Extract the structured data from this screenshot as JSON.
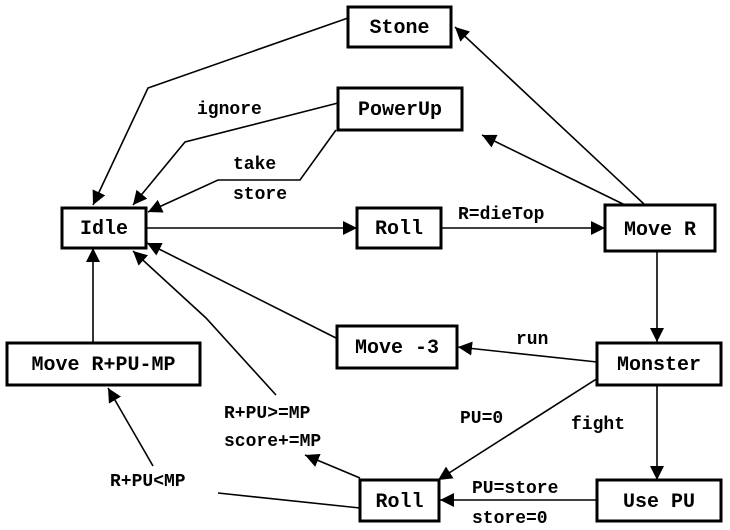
{
  "nodes": {
    "stone": "Stone",
    "powerup": "PowerUp",
    "idle": "Idle",
    "roll_top": "Roll",
    "move_r": "Move R",
    "move_minus3": "Move -3",
    "monster": "Monster",
    "move_rpump": "Move R+PU-MP",
    "roll_bottom": "Roll",
    "use_pu": "Use PU"
  },
  "edges": {
    "ignore": "ignore",
    "take": "take",
    "store": "store",
    "r_dietop": "R=dieTop",
    "run": "run",
    "pu_zero": "PU=0",
    "fight": "fight",
    "rpu_ge_mp": "R+PU>=MP",
    "score_plus_mp": "score+=MP",
    "rpu_lt_mp": "R+PU<MP",
    "pu_store": "PU=store",
    "store_zero": "store=0"
  }
}
